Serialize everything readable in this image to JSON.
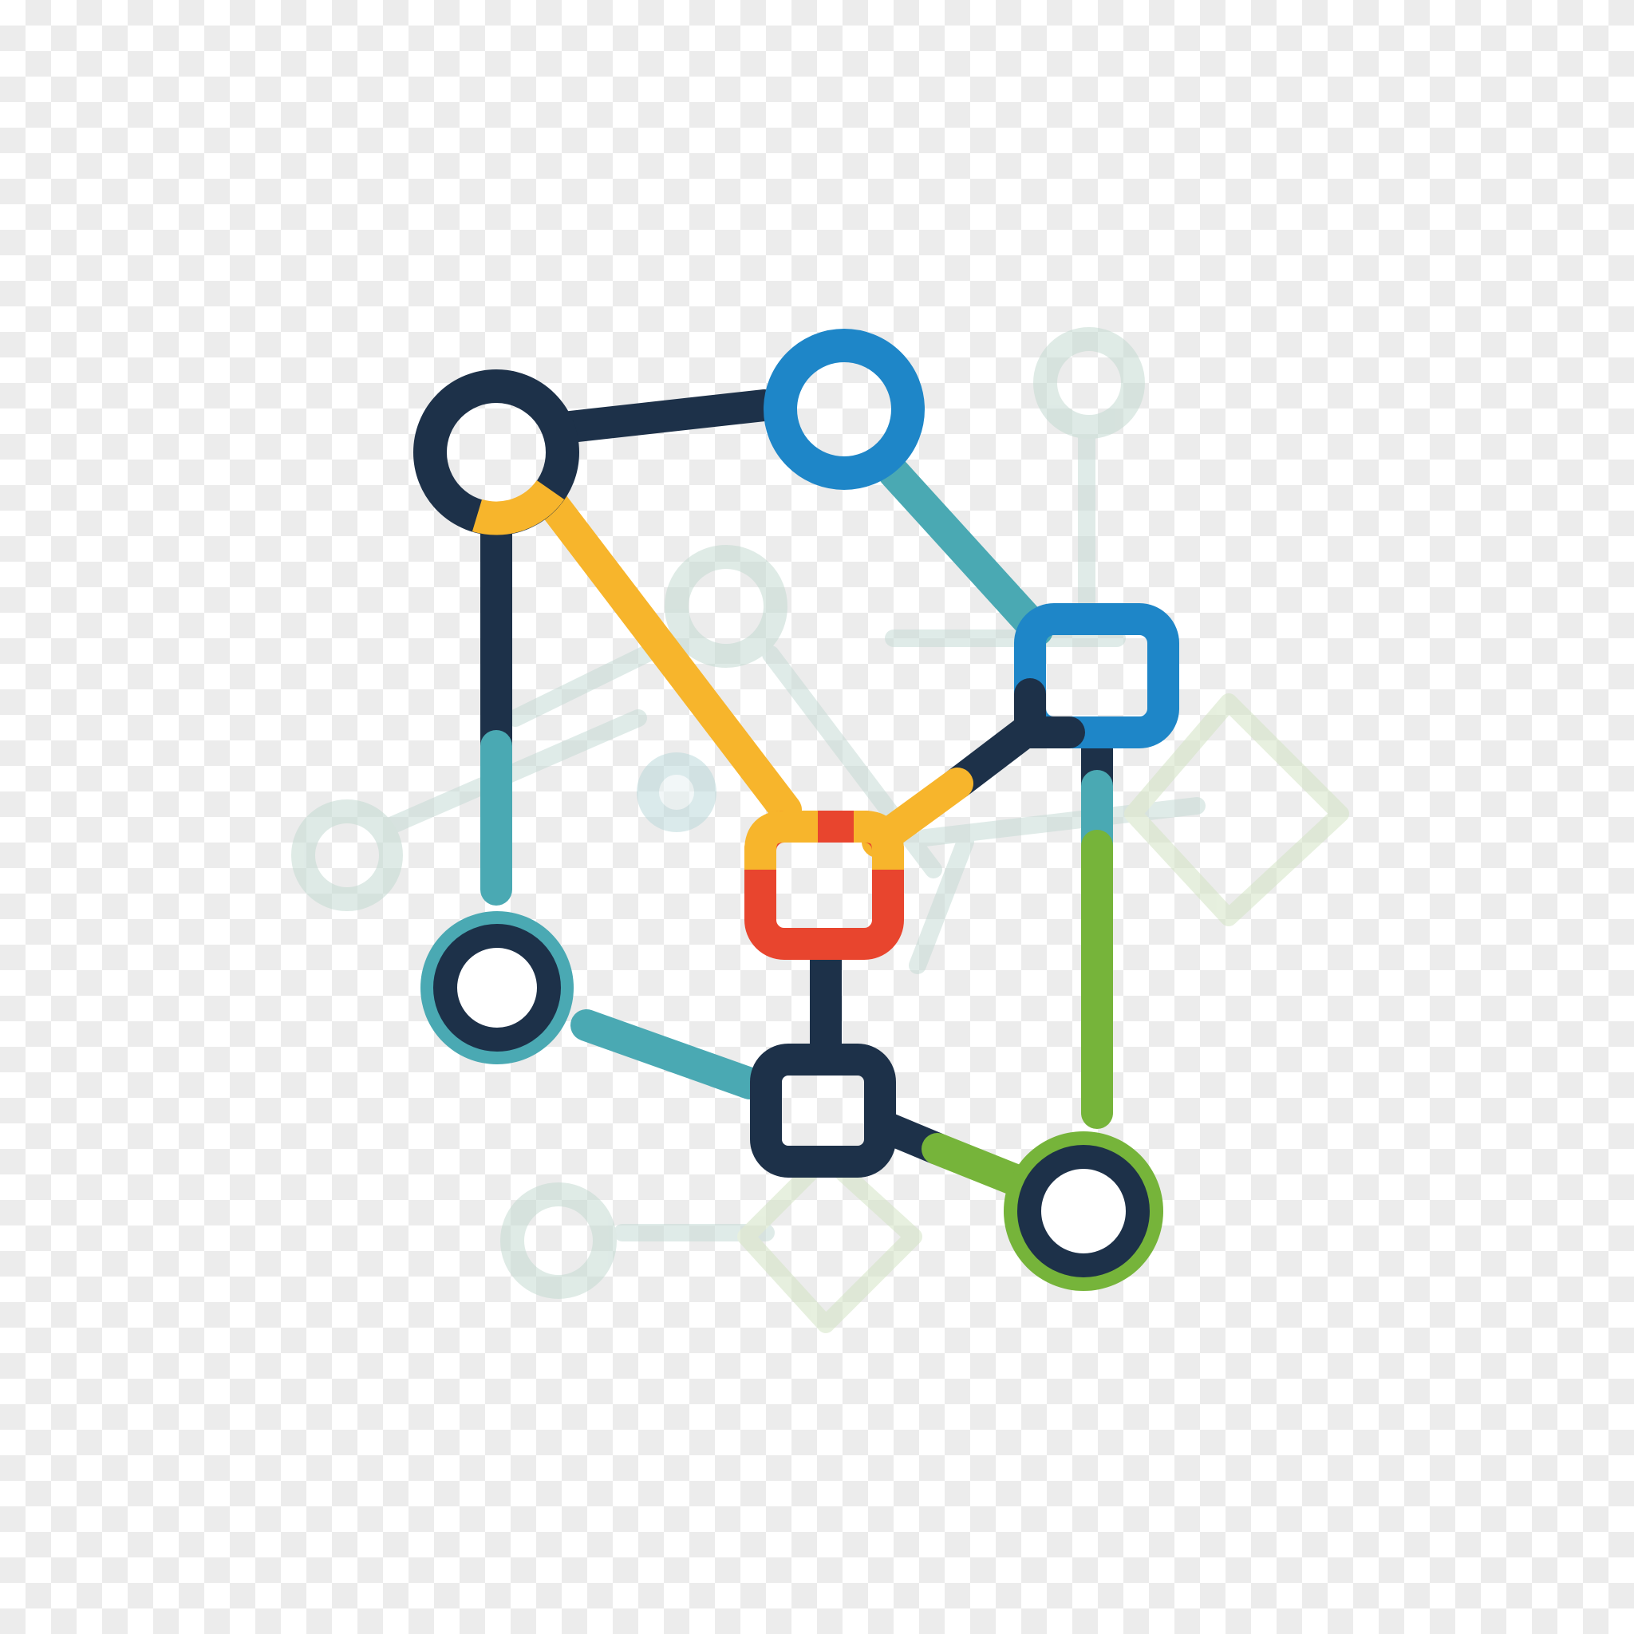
{
  "diagram": {
    "type": "network-graph-icon",
    "background": "transparency-checkerboard",
    "colors": {
      "navy": "#1d3149",
      "blue": "#1e86c8",
      "teal": "#4aa9b3",
      "yellow": "#f7b52c",
      "red": "#e8452e",
      "green": "#76b43a",
      "faded": "#c9ddd8"
    },
    "nodes": [
      {
        "id": "n-top-left",
        "shape": "circle",
        "color": "navy"
      },
      {
        "id": "n-top-mid",
        "shape": "circle",
        "color": "blue"
      },
      {
        "id": "n-right-square",
        "shape": "square",
        "color": "blue"
      },
      {
        "id": "n-center-square",
        "shape": "square",
        "color": "red"
      },
      {
        "id": "n-left-lower",
        "shape": "circle",
        "color": "teal"
      },
      {
        "id": "n-bottom-square",
        "shape": "square",
        "color": "navy"
      },
      {
        "id": "n-bottom-right",
        "shape": "circle",
        "color": "green"
      }
    ],
    "edges": [
      {
        "from": "n-top-left",
        "to": "n-top-mid",
        "color": "navy"
      },
      {
        "from": "n-top-mid",
        "to": "n-right-square",
        "color": "teal"
      },
      {
        "from": "n-top-left",
        "to": "n-center-square",
        "color": "yellow"
      },
      {
        "from": "n-top-left",
        "to": "n-left-lower",
        "color": "navy/teal"
      },
      {
        "from": "n-right-square",
        "to": "n-center-square",
        "color": "navy/yellow"
      },
      {
        "from": "n-right-square",
        "to": "n-bottom-right",
        "color": "navy/teal/green"
      },
      {
        "from": "n-center-square",
        "to": "n-bottom-square",
        "color": "navy"
      },
      {
        "from": "n-left-lower",
        "to": "n-bottom-square",
        "color": "teal"
      },
      {
        "from": "n-bottom-square",
        "to": "n-bottom-right",
        "color": "navy/green"
      }
    ],
    "faded_background_nodes": 6
  }
}
